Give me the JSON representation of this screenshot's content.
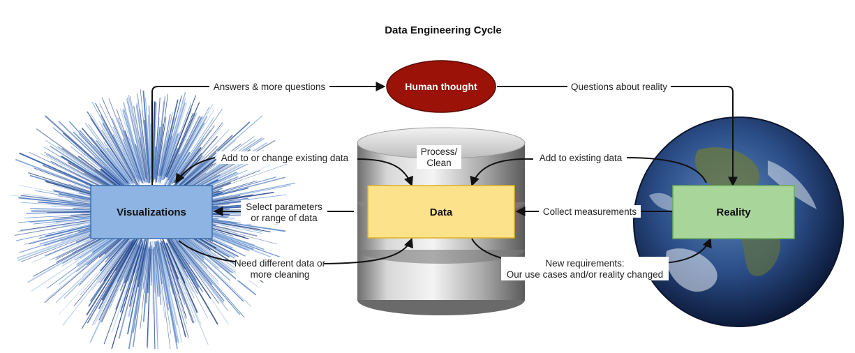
{
  "title": "Data Engineering Cycle",
  "nodes": {
    "human_thought": "Human thought",
    "visualizations": "Visualizations",
    "data": "Data",
    "reality": "Reality"
  },
  "edges": {
    "answers": "Answers & more questions",
    "questions": "Questions about reality",
    "add_change": "Add to or change existing data",
    "process_1": "Process/",
    "process_2": "Clean",
    "add_existing": "Add to existing data",
    "select_1": "Select parameters",
    "select_2": "or range of data",
    "collect": "Collect measurements",
    "need_1": "Need different data or",
    "need_2": "more cleaning",
    "newreq_1": "New requirements:",
    "newreq_2": "Our use cases and/or reality changed"
  },
  "images": {
    "visualization": "radial-burst-visualization",
    "database": "database-cylinder-icon",
    "earth": "earth-globe-image"
  },
  "colors": {
    "human_fill": "#9b1208",
    "viz_fill": "#8db4e2",
    "viz_stroke": "#3a6fb0",
    "data_fill": "#fde28c",
    "data_stroke": "#e0b020",
    "reality_fill": "#a8d59a",
    "reality_stroke": "#6aab5a",
    "arrow": "#111111"
  }
}
